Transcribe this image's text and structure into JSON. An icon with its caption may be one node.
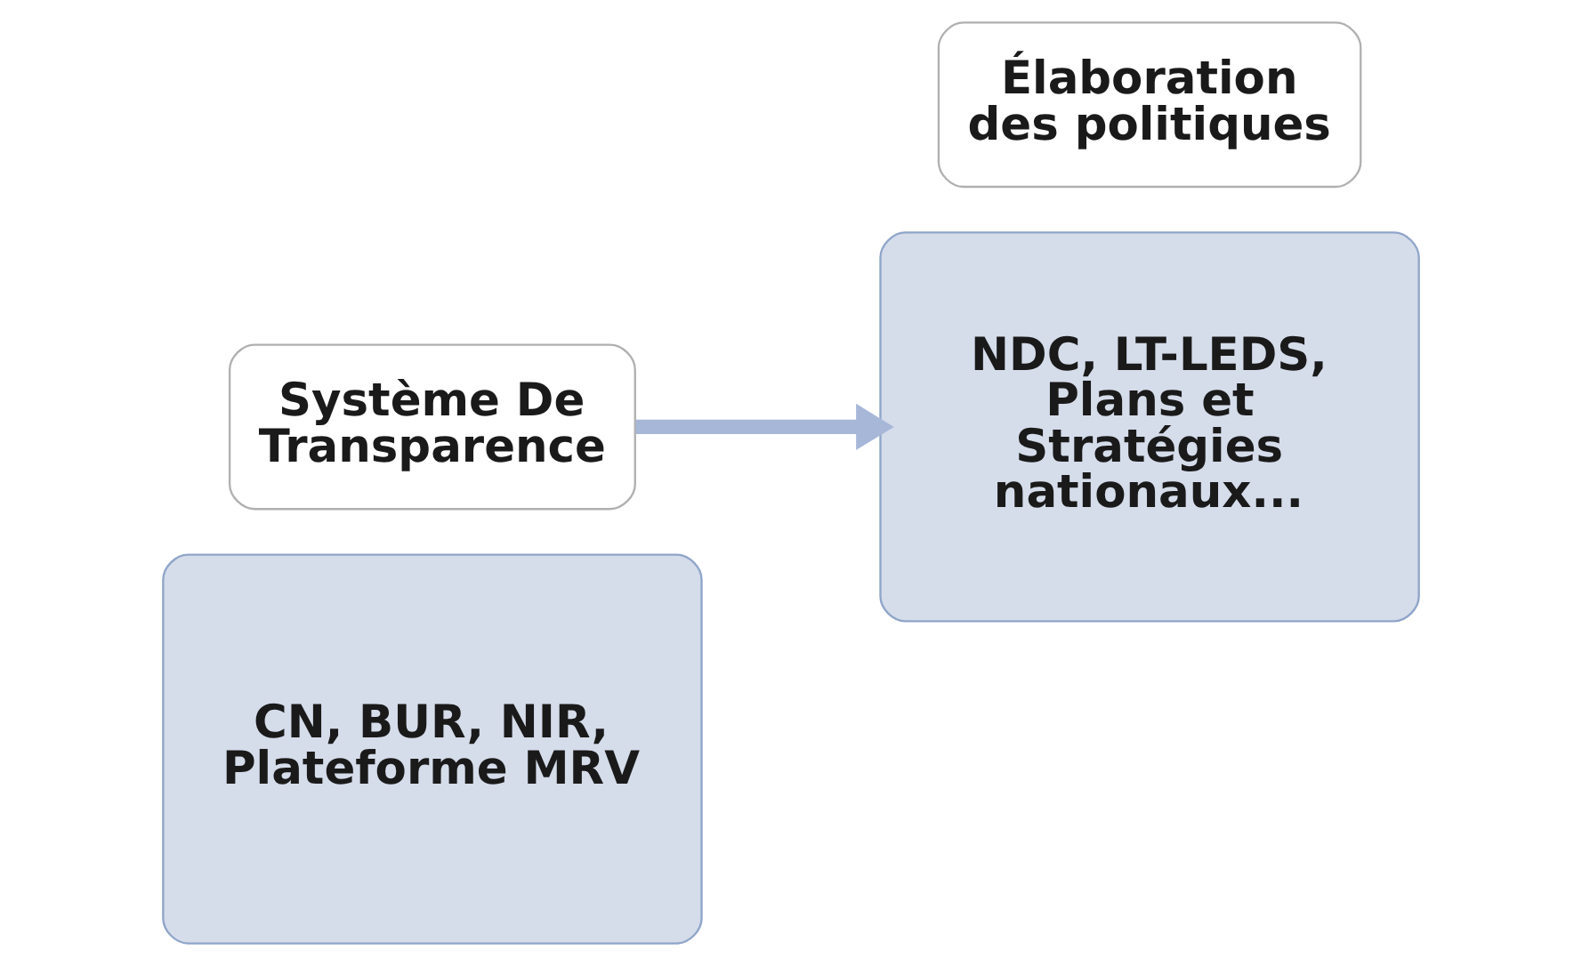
{
  "diagram": {
    "nodes": [
      {
        "text": [
          "CN, BUR, NIR, Plateforme MRV"
        ]
      },
      {
        "text": [
          "Système De Transparence"
        ]
      },
      {
        "text": [
          "Élaboration des politiques"
        ]
      },
      {
        "text": [
          "NDC, LT-LEDS, Plans et Stratégies nationaux..."
        ]
      }
    ],
    "edges": [
      {
        "from": 1,
        "to": 3,
        "arrow": "to"
      }
    ]
  }
}
